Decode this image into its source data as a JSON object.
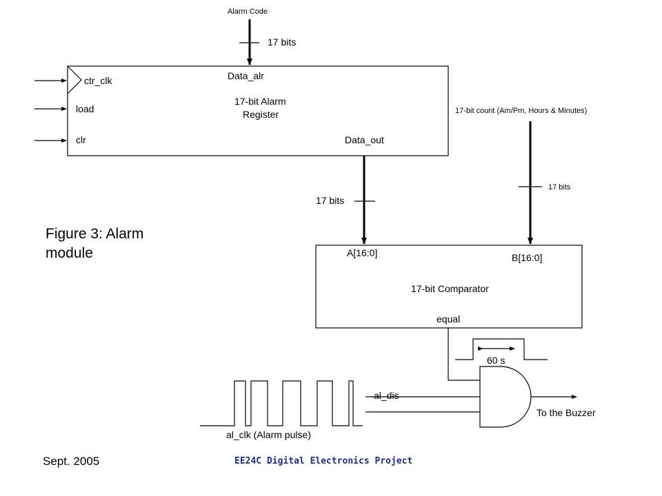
{
  "alarm_code": "Alarm Code",
  "bits_top": "17 bits",
  "register": {
    "data_alr": "Data_alr",
    "title_line1": "17-bit Alarm",
    "title_line2": "Register",
    "ctr_clk": "ctr_clk",
    "load": "load",
    "clr": "clr",
    "data_out": "Data_out"
  },
  "count_label": "17-bit count (Am/Pm, Hours & Minutes)",
  "bits_right": "17 bits",
  "bits_mid": "17 bits",
  "comparator": {
    "a_port": "A[16:0]",
    "b_port": "B[16:0]",
    "title": "17-bit Comparator",
    "equal": "equal"
  },
  "duration": "60 s",
  "al_dis": "al_dis",
  "to_buzzer": "To the Buzzer",
  "al_clk": "al_clk (Alarm pulse)",
  "caption": "Figure 3: Alarm module",
  "date": "Sept. 2005",
  "footer": "EE24C Digital Electronics Project"
}
